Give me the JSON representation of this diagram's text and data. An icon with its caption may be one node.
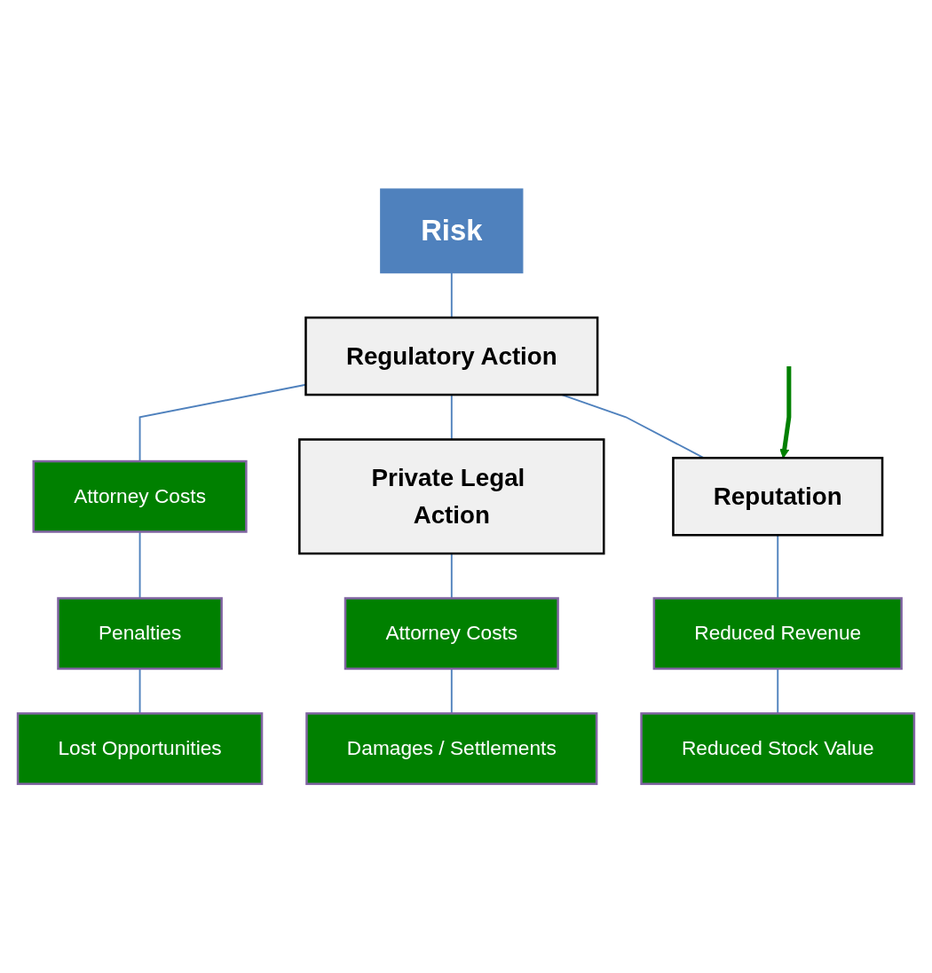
{
  "diagram": {
    "nodes": [
      {
        "text": [
          "Risk"
        ]
      },
      {
        "text": [
          "Regulatory Action"
        ]
      },
      {
        "text": [
          "Attorney Costs"
        ]
      },
      {
        "text": [
          "Penalties"
        ]
      },
      {
        "text": [
          "Lost Opportunities"
        ]
      },
      {
        "text": [
          "Private Legal Action"
        ]
      },
      {
        "text": [
          "Attorney Costs"
        ]
      },
      {
        "text": [
          "Damages / Settlements"
        ]
      },
      {
        "text": [
          "Reputation"
        ]
      },
      {
        "text": [
          "Reduced Revenue"
        ]
      },
      {
        "text": [
          "Reduced Stock Value"
        ]
      }
    ],
    "edges": [
      {
        "from": 0,
        "to": 1,
        "arrow": "none"
      },
      {
        "from": 1,
        "to": 2,
        "arrow": "none"
      },
      {
        "from": 2,
        "to": 3,
        "arrow": "none"
      },
      {
        "from": 3,
        "to": 4,
        "arrow": "none"
      },
      {
        "from": 1,
        "to": 5,
        "arrow": "none"
      },
      {
        "from": 1,
        "to": 8,
        "arrow": "none"
      },
      {
        "from": 5,
        "to": 6,
        "arrow": "none"
      },
      {
        "from": 6,
        "to": 7,
        "arrow": "none"
      },
      {
        "from": 8,
        "to": 9,
        "arrow": "none"
      },
      {
        "from": 9,
        "to": 10,
        "arrow": "none"
      },
      {
        "from": null,
        "to": 8,
        "arrow": "to",
        "style": "thick",
        "color": "#008000"
      }
    ]
  }
}
